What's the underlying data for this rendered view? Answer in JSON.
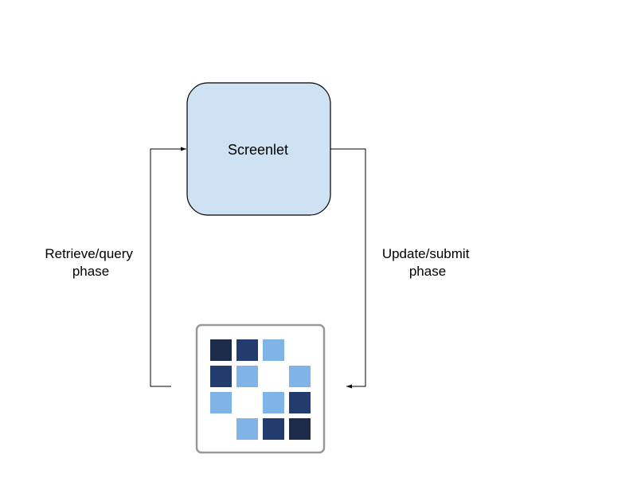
{
  "diagram": {
    "screenlet_label": "Screenlet",
    "left_label": {
      "line1": "Retrieve/query",
      "line2": "phase"
    },
    "right_label": {
      "line1": "Update/submit",
      "line2": "phase"
    },
    "colors": {
      "screenlet_fill": "#cfe2f3",
      "screenlet_stroke": "#000000",
      "frame_stroke": "#999999",
      "arrow": "#000000",
      "tile_navy": "#1d2b4a",
      "tile_dark_blue": "#223c6e",
      "tile_light_blue": "#80b4e6"
    },
    "data_icon_name": "database-grid-icon",
    "data_grid": [
      [
        "navy",
        "dark-blue",
        "light-blue",
        "empty"
      ],
      [
        "dark-blue",
        "light-blue",
        "empty",
        "light-blue"
      ],
      [
        "light-blue",
        "empty",
        "light-blue",
        "dark-blue"
      ],
      [
        "empty",
        "light-blue",
        "dark-blue",
        "navy"
      ]
    ]
  }
}
